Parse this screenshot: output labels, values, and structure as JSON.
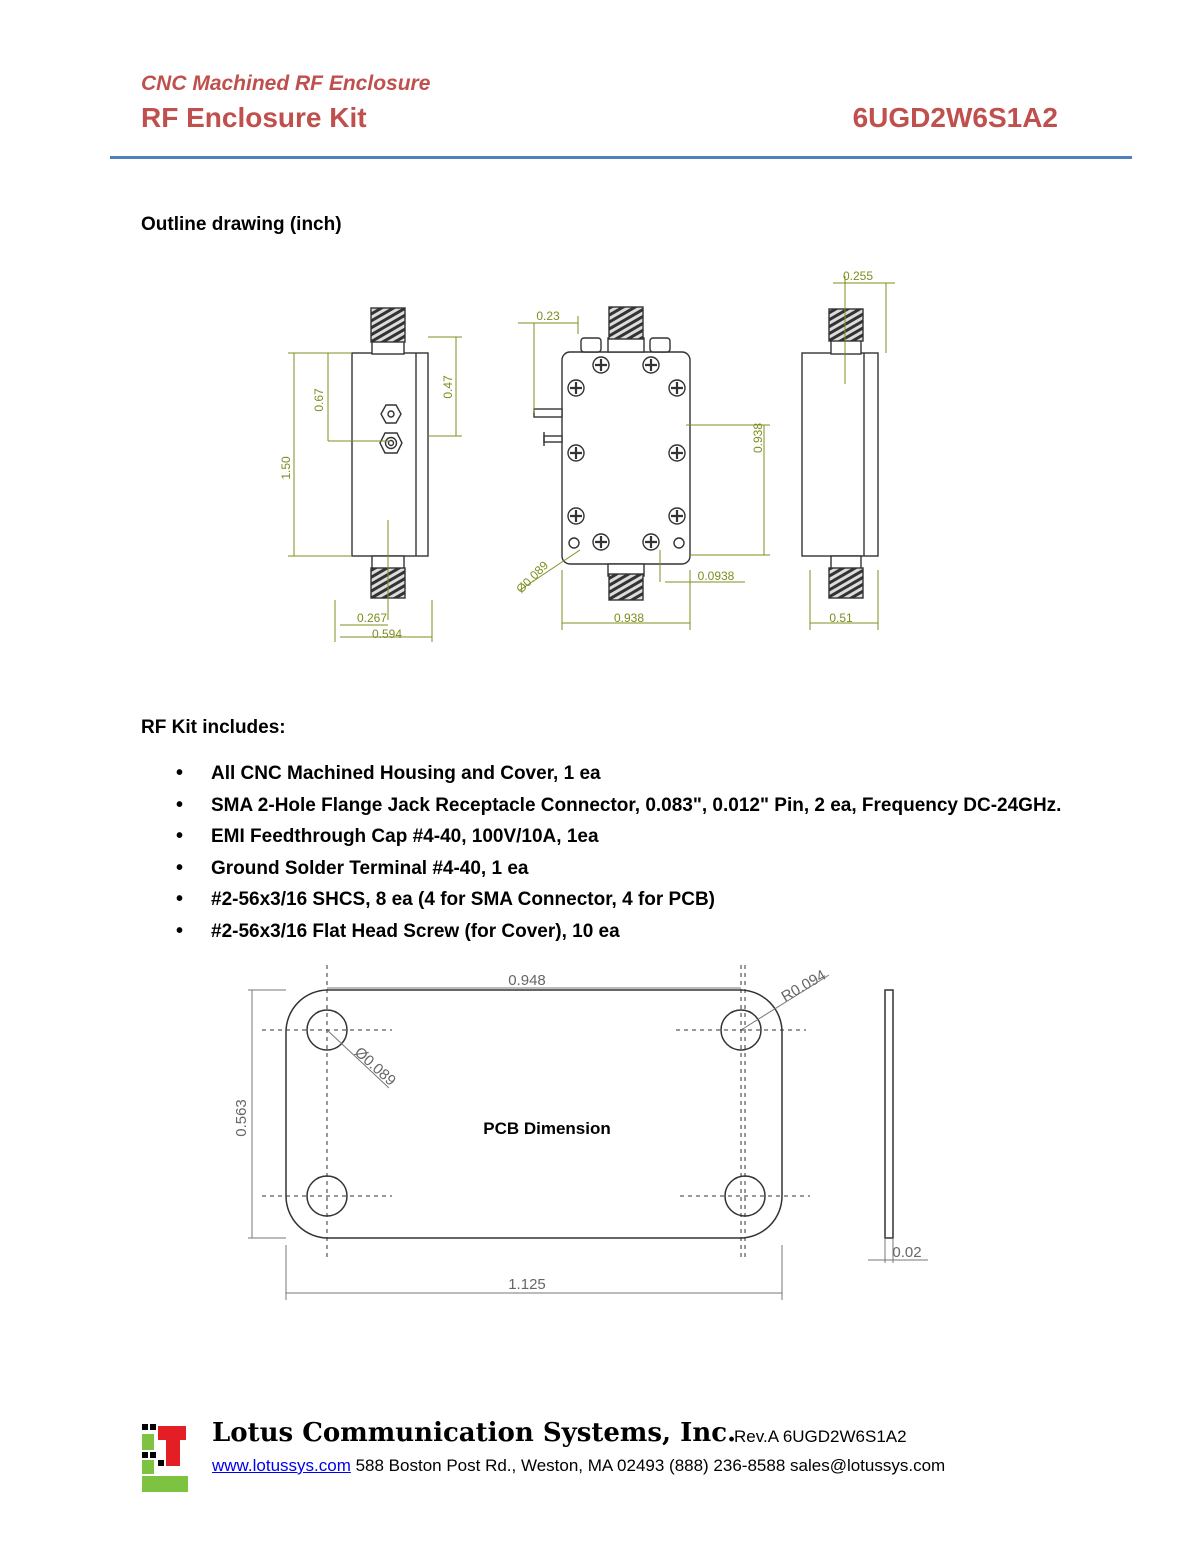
{
  "header": {
    "subtitle": "CNC Machined RF Enclosure",
    "title": "RF Enclosure Kit",
    "part_number": "6UGD2W6S1A2",
    "rule_color": "#4f81bd",
    "accent_color": "#c0504d"
  },
  "outline": {
    "heading": "Outline drawing (inch)",
    "dims": {
      "side_height": "1.50",
      "side_067": "0.67",
      "side_047": "0.47",
      "side_0267": "0.267",
      "side_0594": "0.594",
      "front_023": "0.23",
      "front_0938_v": "0.938",
      "front_hole": "Ø0.089",
      "front_00938": "0.0938",
      "front_0938_h": "0.938",
      "right_0255": "0.255",
      "right_051": "0.51"
    }
  },
  "kit": {
    "heading": "RF Kit includes:",
    "items": [
      "All CNC Machined Housing and Cover, 1 ea",
      "SMA 2-Hole Flange Jack Receptacle Connector, 0.083\", 0.012\" Pin, 2 ea, Frequency DC-24GHz.",
      "EMI Feedthrough Cap #4-40, 100V/10A, 1ea",
      "Ground Solder Terminal #4-40, 1 ea",
      "#2-56x3/16 SHCS, 8 ea (4 for SMA Connector, 4 for PCB)",
      "#2-56x3/16 Flat Head Screw (for Cover), 10 ea"
    ]
  },
  "pcb": {
    "label": "PCB Dimension",
    "width_top": "0.948",
    "radius": "R0.094",
    "hole": "Ø0.089",
    "height": "0.563",
    "width_total": "1.125",
    "thickness": "0.02"
  },
  "footer": {
    "company": "Lotus Communication Systems, Inc.",
    "revision": "Rev.A 6UGD2W6S1A2",
    "website": "www.lotussys.com",
    "address": " 588 Boston Post Rd., Weston, MA 02493 (888) 236-8588 sales@lotussys.com"
  }
}
